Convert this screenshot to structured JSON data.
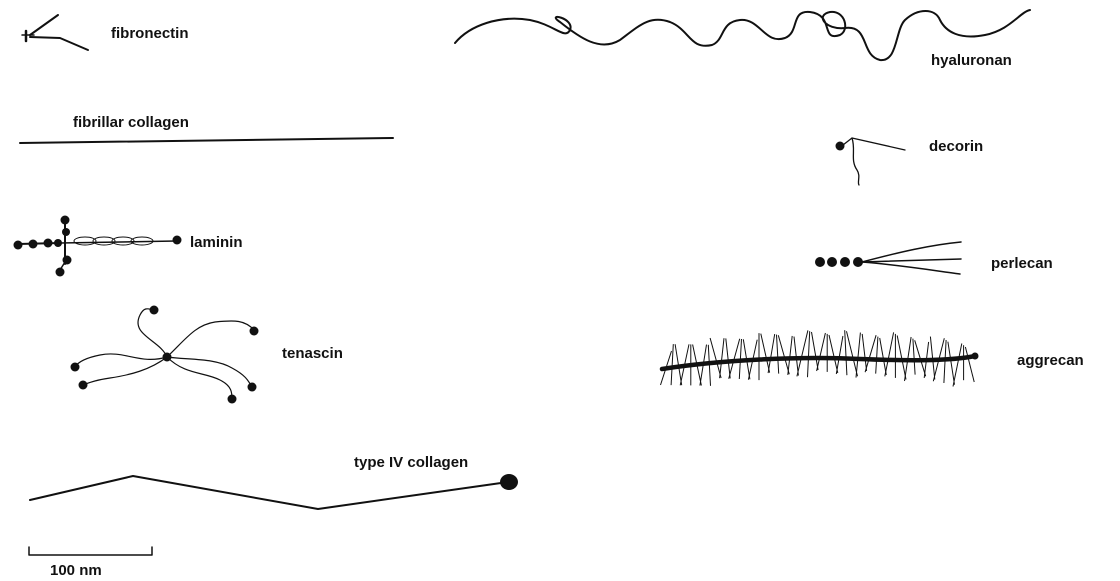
{
  "labels": {
    "fibronectin": "fibronectin",
    "fibrillar_collagen": "fibrillar collagen",
    "laminin": "laminin",
    "tenascin": "tenascin",
    "type_iv_collagen": "type IV collagen",
    "hyaluronan": "hyaluronan",
    "decorin": "decorin",
    "perlecan": "perlecan",
    "aggrecan": "aggrecan"
  },
  "scale_bar": {
    "label": "100 nm"
  },
  "colors": {
    "ink": "#111111",
    "background": "#ffffff"
  }
}
